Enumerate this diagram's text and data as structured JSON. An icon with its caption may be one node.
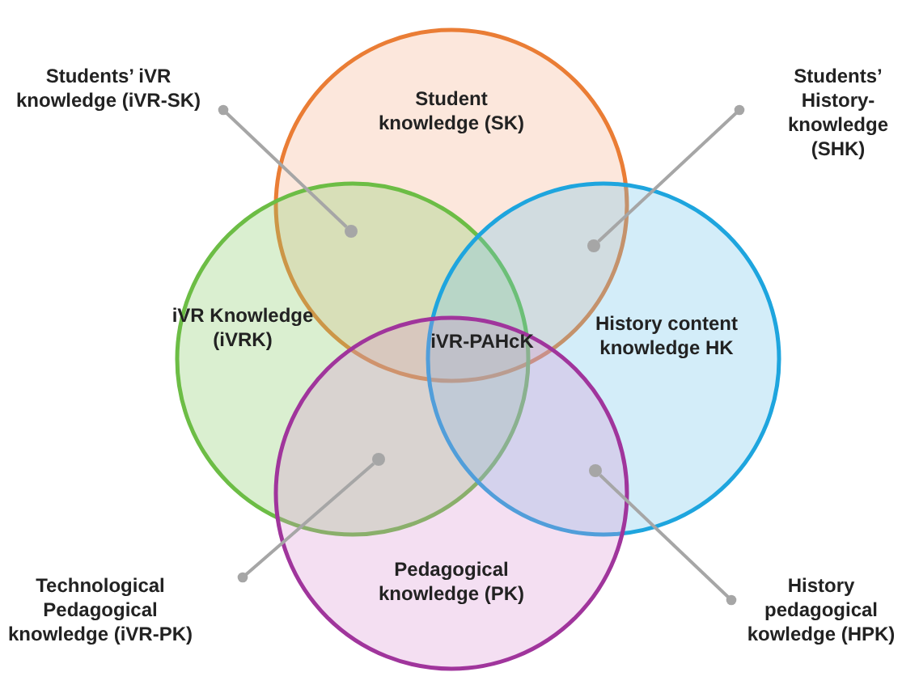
{
  "diagram": {
    "nodes": [
      {
        "text": [
          "Student knowledge (SK)"
        ]
      },
      {
        "text": [
          "iVR Knowledge (iVRK)"
        ]
      },
      {
        "text": [
          "History content knowledge HK"
        ]
      },
      {
        "text": [
          "Pedagogical knowledge (PK)"
        ]
      },
      {
        "text": [
          "Students’ iVR knowledge (iVR-SK)"
        ]
      },
      {
        "text": [
          "Students’ History-knowledge (SHK)"
        ]
      },
      {
        "text": [
          "Technological Pedagogical knowledge (iVR-PK)"
        ]
      },
      {
        "text": [
          "History pedagogical kowledge (HPK)"
        ]
      },
      {
        "text": [],
        "shape": "circle"
      },
      {
        "text": [],
        "shape": "circle"
      },
      {
        "text": [],
        "shape": "circle"
      },
      {
        "text": [],
        "shape": "circle"
      }
    ],
    "edges": [
      {
        "from": 4,
        "to": 8,
        "arrow": "other"
      },
      {
        "from": 5,
        "to": 9,
        "arrow": "other"
      },
      {
        "from": 6,
        "to": 10,
        "arrow": "other"
      },
      {
        "from": 7,
        "to": 11,
        "arrow": "other"
      }
    ],
    "labels": [
      "iVR-PAHcK"
    ]
  }
}
